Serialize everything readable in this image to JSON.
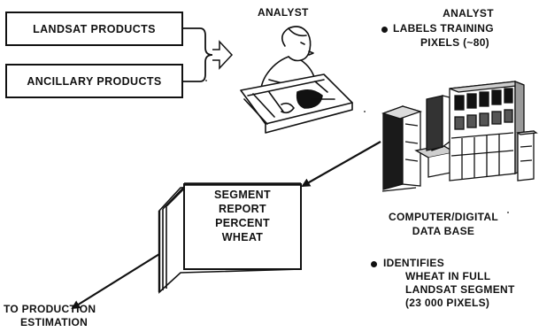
{
  "inputs": {
    "landsat": "LANDSAT PRODUCTS",
    "ancillary": "ANCILLARY PRODUCTS"
  },
  "analyst": {
    "title": "ANALYST"
  },
  "analyst_task": {
    "title": "ANALYST",
    "line1": "LABELS TRAINING",
    "line2": "PIXELS (~80)"
  },
  "computer": {
    "line1": "COMPUTER/DIGITAL",
    "line2": "DATA BASE"
  },
  "identifies": {
    "line1": "IDENTIFIES",
    "line2": "WHEAT IN FULL",
    "line3": "LANDSAT SEGMENT",
    "line4": "(23 000 PIXELS)"
  },
  "report": {
    "line1": "SEGMENT",
    "line2": "REPORT",
    "line3": "PERCENT",
    "line4": "WHEAT"
  },
  "output": {
    "line1": "TO PRODUCTION",
    "line2": "ESTIMATION"
  },
  "icons": {
    "analyst_figure": "person-at-drafting-table-icon",
    "computer": "mainframe-computer-icon"
  }
}
